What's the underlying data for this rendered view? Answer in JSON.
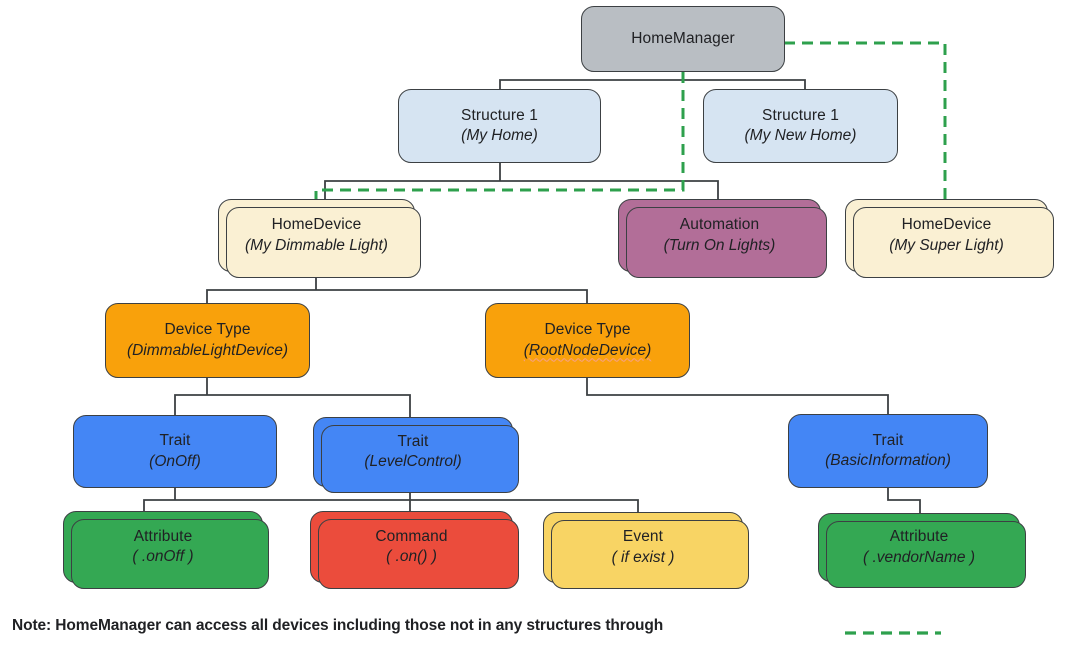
{
  "diagram_title": "HomeManager hierarchy",
  "palette": {
    "gray": "#B9BEC3",
    "light_blue": "#D6E4F2",
    "cream": "#FAF0D3",
    "mauve": "#B26E98",
    "orange": "#F9A10B",
    "blue": "#4486F5",
    "green": "#34A853",
    "red": "#EB4C3C",
    "yellow": "#F8D464",
    "connector": "#3C4043",
    "dashed_green": "#2EA04D",
    "text": "#202124"
  },
  "nodes": {
    "home_manager": {
      "title": "HomeManager"
    },
    "structure_home": {
      "title": "Structure 1",
      "subtitle": "(My Home)"
    },
    "structure_new_home": {
      "title": "Structure 1",
      "subtitle": "(My New Home)"
    },
    "device_dimmable": {
      "title": "HomeDevice",
      "subtitle": "(My Dimmable Light)"
    },
    "automation": {
      "title": "Automation",
      "subtitle": "(Turn On Lights)"
    },
    "device_super": {
      "title": "HomeDevice",
      "subtitle": "(My Super Light)"
    },
    "dt_dimmable": {
      "title": "Device Type",
      "subtitle": "(DimmableLightDevice)"
    },
    "dt_rootnode": {
      "title": "Device Type",
      "subtitle": "(RootNodeDevice)"
    },
    "trait_onoff": {
      "title": "Trait",
      "subtitle": "(OnOff)"
    },
    "trait_levelcontrol": {
      "title": "Trait",
      "subtitle": "(LevelControl)"
    },
    "trait_basicinfo": {
      "title": "Trait",
      "subtitle": "(BasicInformation)"
    },
    "attr_onoff": {
      "title": "Attribute",
      "subtitle": "( .onOff )"
    },
    "command_on": {
      "title": "Command",
      "subtitle": "( .on() )"
    },
    "event_ifexist": {
      "title": "Event",
      "subtitle": "( if exist )"
    },
    "attr_vendorname": {
      "title": "Attribute",
      "subtitle": "( .vendorName )"
    }
  },
  "note": {
    "text": "Note: HomeManager can access all devices including those not in any structures through"
  }
}
